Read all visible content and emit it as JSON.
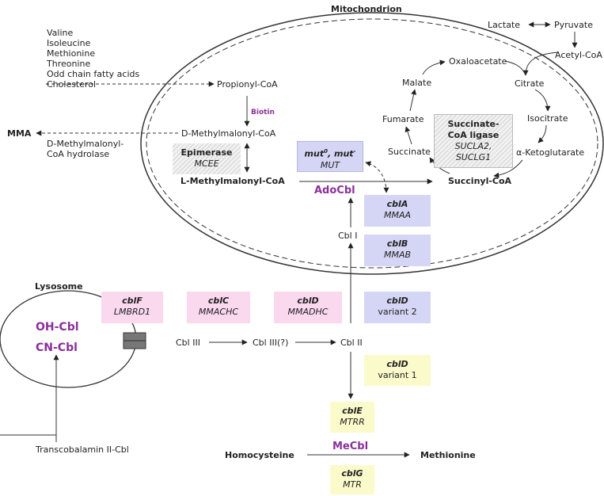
{
  "mitochondrion_label": "Mitochondrion",
  "lysosome_label": "Lysosome",
  "precursors": [
    "Valine",
    "Isoleucine",
    "Methionine",
    "Threonine",
    "Odd chain fatty acids",
    "Cholesterol"
  ],
  "metabolites": {
    "propionyl_coa": "Propionyl-CoA",
    "biotin": "Biotin",
    "d_methylmalonyl_coa": "D-Methylmalonyl-CoA",
    "mma": "MMA",
    "hydrolase_line1": "D-Methylmalonyl-",
    "hydrolase_line2": "CoA hydrolase",
    "l_methylmalonyl_coa": "L-Methylmalonyl-CoA",
    "succinyl_coa": "Succinyl-CoA",
    "adocbl": "AdoCbl",
    "lactate": "Lactate",
    "pyruvate": "Pyruvate",
    "acetyl_coa": "Acetyl-CoA",
    "oxaloacetate": "Oxaloacetate",
    "citrate": "Citrate",
    "isocitrate": "Isocitrate",
    "a_ketoglutarate": "α-Ketoglutarate",
    "malate": "Malate",
    "fumarate": "Fumarate",
    "succinate": "Succinate",
    "oh_cbl": "OH-Cbl",
    "cn_cbl": "CN-Cbl",
    "cbl_iii": "Cbl III",
    "cbl_iii_q": "Cbl III(?)",
    "cbl_ii": "Cbl II",
    "cbl_i": "Cbl I",
    "transcobalamin": "Transcobalamin II-Cbl",
    "homocysteine": "Homocysteine",
    "mecbl": "MeCbl",
    "methionine": "Methionine"
  },
  "enzymes": {
    "epimerase": {
      "name": "Epimerase",
      "gene": "MCEE"
    },
    "mut": {
      "name_a": "mut",
      "sup_a": "0",
      "name_b": "mut",
      "sup_b": "-",
      "gene": "MUT"
    },
    "scl": {
      "name_line1": "Succinate-",
      "name_line2": "CoA ligase",
      "gene_line1": "SUCLA2,",
      "gene_line2": "SUCLG1"
    },
    "cbla": {
      "name": "cblA",
      "gene": "MMAA"
    },
    "cblb": {
      "name": "cblB",
      "gene": "MMAB"
    },
    "cblf": {
      "name": "cblF",
      "gene": "LMBRD1"
    },
    "cblc": {
      "name": "cblC",
      "gene": "MMACHC"
    },
    "cbld": {
      "name": "cblD",
      "gene": "MMADHC"
    },
    "cbld_v2": {
      "name": "cblD",
      "gene": "variant 2"
    },
    "cbld_v1": {
      "name": "cblD",
      "gene": "variant 1"
    },
    "cble": {
      "name": "cblE",
      "gene": "MTRR"
    },
    "cblg": {
      "name": "cblG",
      "gene": "MTR"
    }
  },
  "colors": {
    "mito_enzyme": "#d5d5f5",
    "cytosol_enzyme": "#fad8ee",
    "methyl_enzyme": "#fbfacb",
    "cobalamin_text": "#8b2f9a"
  }
}
